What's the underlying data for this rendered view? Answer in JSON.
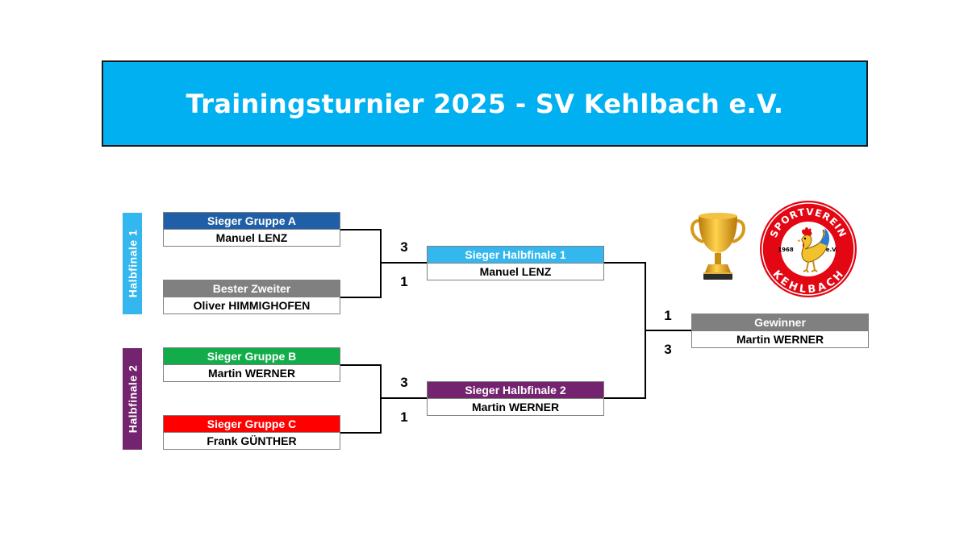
{
  "title": "Trainingsturnier 2025 - SV Kehlbach e.V.",
  "colors": {
    "banner": "#00b0f0",
    "group_a": "#1f5fa8",
    "best_second": "#808080",
    "group_b": "#12ad4a",
    "group_c": "#ff0000",
    "semi1": "#33b7ee",
    "semi2": "#74236f",
    "winner": "#808080"
  },
  "side_labels": {
    "semi1": "Halbfinale 1",
    "semi2": "Halbfinale 2"
  },
  "semi1": {
    "top": {
      "heading": "Sieger Gruppe A",
      "name": "Manuel LENZ",
      "score": "3"
    },
    "bottom": {
      "heading": "Bester Zweiter",
      "name": "Oliver HIMMIGHOFEN",
      "score": "1"
    },
    "result": {
      "heading": "Sieger Halbfinale 1",
      "name": "Manuel LENZ",
      "final_score": "1"
    }
  },
  "semi2": {
    "top": {
      "heading": "Sieger Gruppe B",
      "name": "Martin WERNER",
      "score": "3"
    },
    "bottom": {
      "heading": "Sieger Gruppe C",
      "name": "Frank GÜNTHER",
      "score": "1"
    },
    "result": {
      "heading": "Sieger Halbfinale 2",
      "name": "Martin WERNER",
      "final_score": "3"
    }
  },
  "final": {
    "heading": "Gewinner",
    "name": "Martin WERNER"
  },
  "logo": {
    "top_text": "SPORTVEREIN",
    "bottom_text": "KEHLBACH",
    "year": "1968",
    "suffix": "e.V."
  },
  "icons": {
    "trophy": "trophy-icon",
    "club": "rooster-icon"
  }
}
